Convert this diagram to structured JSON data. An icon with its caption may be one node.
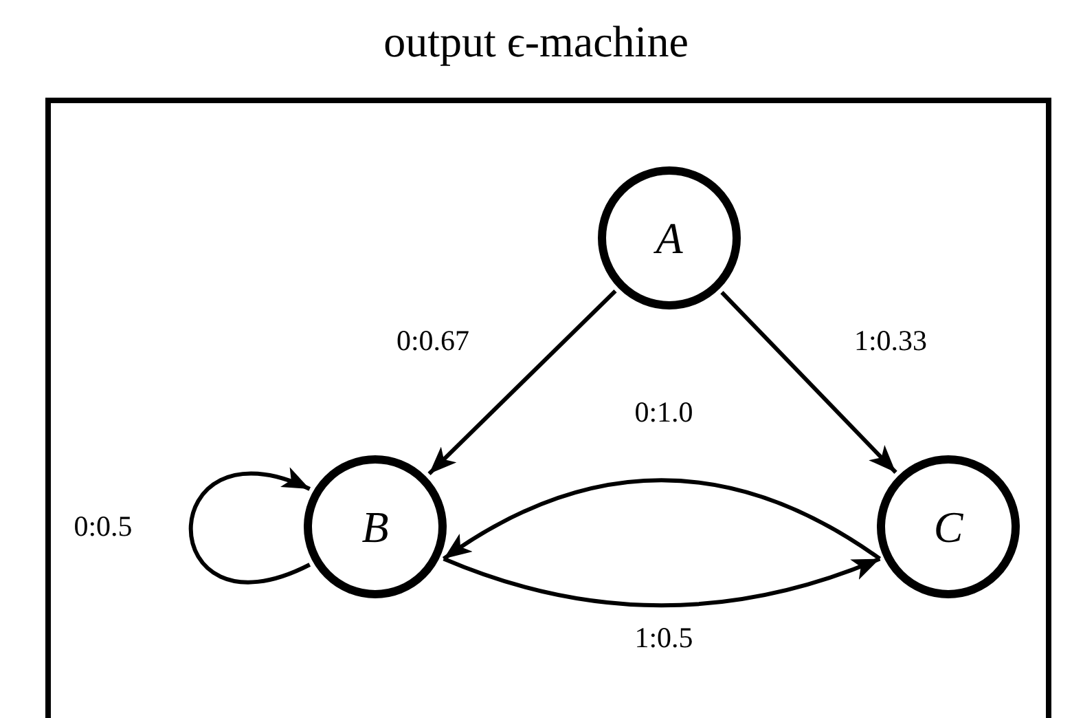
{
  "diagram": {
    "title": "output ϵ-machine",
    "nodes": [
      {
        "text": [
          "A"
        ]
      },
      {
        "text": [
          "B"
        ]
      },
      {
        "text": [
          "C"
        ]
      }
    ],
    "edges": [
      {
        "from": 0,
        "to": 1,
        "arrow": "to",
        "label": "0:0.67"
      },
      {
        "from": 0,
        "to": 2,
        "arrow": "to",
        "label": "1:0.33"
      },
      {
        "from": 2,
        "to": 1,
        "arrow": "to",
        "label": "0:1.0"
      },
      {
        "from": 1,
        "to": 2,
        "arrow": "to",
        "label": "1:0.5"
      },
      {
        "from": 1,
        "to": 1,
        "arrow": "to",
        "label": "0:0.5"
      }
    ]
  }
}
